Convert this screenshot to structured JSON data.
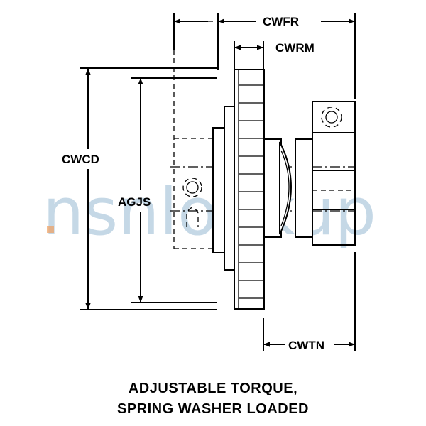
{
  "dimensions": {
    "cwfr": "CWFR",
    "cwrm": "CWRM",
    "cwcd": "CWCD",
    "agjs": "AGJS",
    "cwtn": "CWTN"
  },
  "caption": {
    "line1": "ADJUSTABLE TORQUE,",
    "line2": "SPRING WASHER LOADED"
  },
  "watermark": {
    "text": "nsnlookup"
  }
}
